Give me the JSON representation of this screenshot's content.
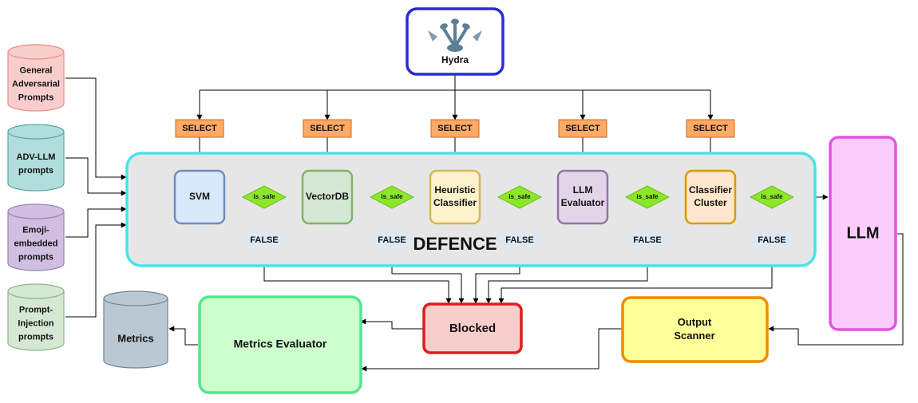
{
  "hydra": {
    "label": "Hydra"
  },
  "datasets": [
    {
      "lines": [
        "General",
        "Adversarial",
        "Prompts"
      ],
      "fill": "#f8cecc",
      "stroke": "#e88f89"
    },
    {
      "lines": [
        "ADV-LLM",
        "prompts"
      ],
      "fill": "#b1ddda",
      "stroke": "#5aa8a1"
    },
    {
      "lines": [
        "Emoji-",
        "embedded",
        "prompts"
      ],
      "fill": "#d0bfe0",
      "stroke": "#9a83b5"
    },
    {
      "lines": [
        "Prompt-",
        "Injection",
        "prompts"
      ],
      "fill": "#d5e8d4",
      "stroke": "#8db58a"
    }
  ],
  "select_label": "SELECT",
  "defence_label": "DEFENCE",
  "is_safe_label": "is_safe",
  "false_label": "FALSE",
  "classifiers": [
    {
      "lines": [
        "SVM"
      ],
      "fill": "#dae8fc",
      "stroke": "#6c8ebf"
    },
    {
      "lines": [
        "VectorDB"
      ],
      "fill": "#d5e8d4",
      "stroke": "#82b366"
    },
    {
      "lines": [
        "Heuristic",
        "Classifier"
      ],
      "fill": "#fff2cc",
      "stroke": "#d6b656"
    },
    {
      "lines": [
        "LLM",
        "Evaluator"
      ],
      "fill": "#e1d5e7",
      "stroke": "#9673a6"
    },
    {
      "lines": [
        "Classifier",
        "Cluster"
      ],
      "fill": "#ffe6cc",
      "stroke": "#d79b00"
    }
  ],
  "llm": {
    "label": "LLM"
  },
  "blocked": {
    "label": "Blocked"
  },
  "output_scanner": {
    "lines": [
      "Output",
      "Scanner"
    ]
  },
  "metrics_evaluator": {
    "label": "Metrics Evaluator"
  },
  "metrics": {
    "label": "Metrics"
  },
  "colors": {
    "hydra_border": "#2b2bd1",
    "defence_border": "#49e3e8",
    "defence_fill": "#e6e6e6",
    "defence_text": "#1c1cd4",
    "select_fill": "#ffaa66",
    "select_border": "#c9651c",
    "diamond_fill": "#8ce62a",
    "false_fill": "#dce8f4",
    "llm_fill": "#fccdfc",
    "llm_border": "#e055e0",
    "blocked_fill": "#f8cecc",
    "blocked_border": "#e01b1b",
    "scanner_fill": "#ffff99",
    "scanner_border": "#f08a00",
    "evaluator_fill": "#ccffcc",
    "evaluator_border": "#55e58f",
    "metrics_fill": "#bac8d3",
    "metrics_stroke": "#6d8796",
    "line": "#000000"
  }
}
